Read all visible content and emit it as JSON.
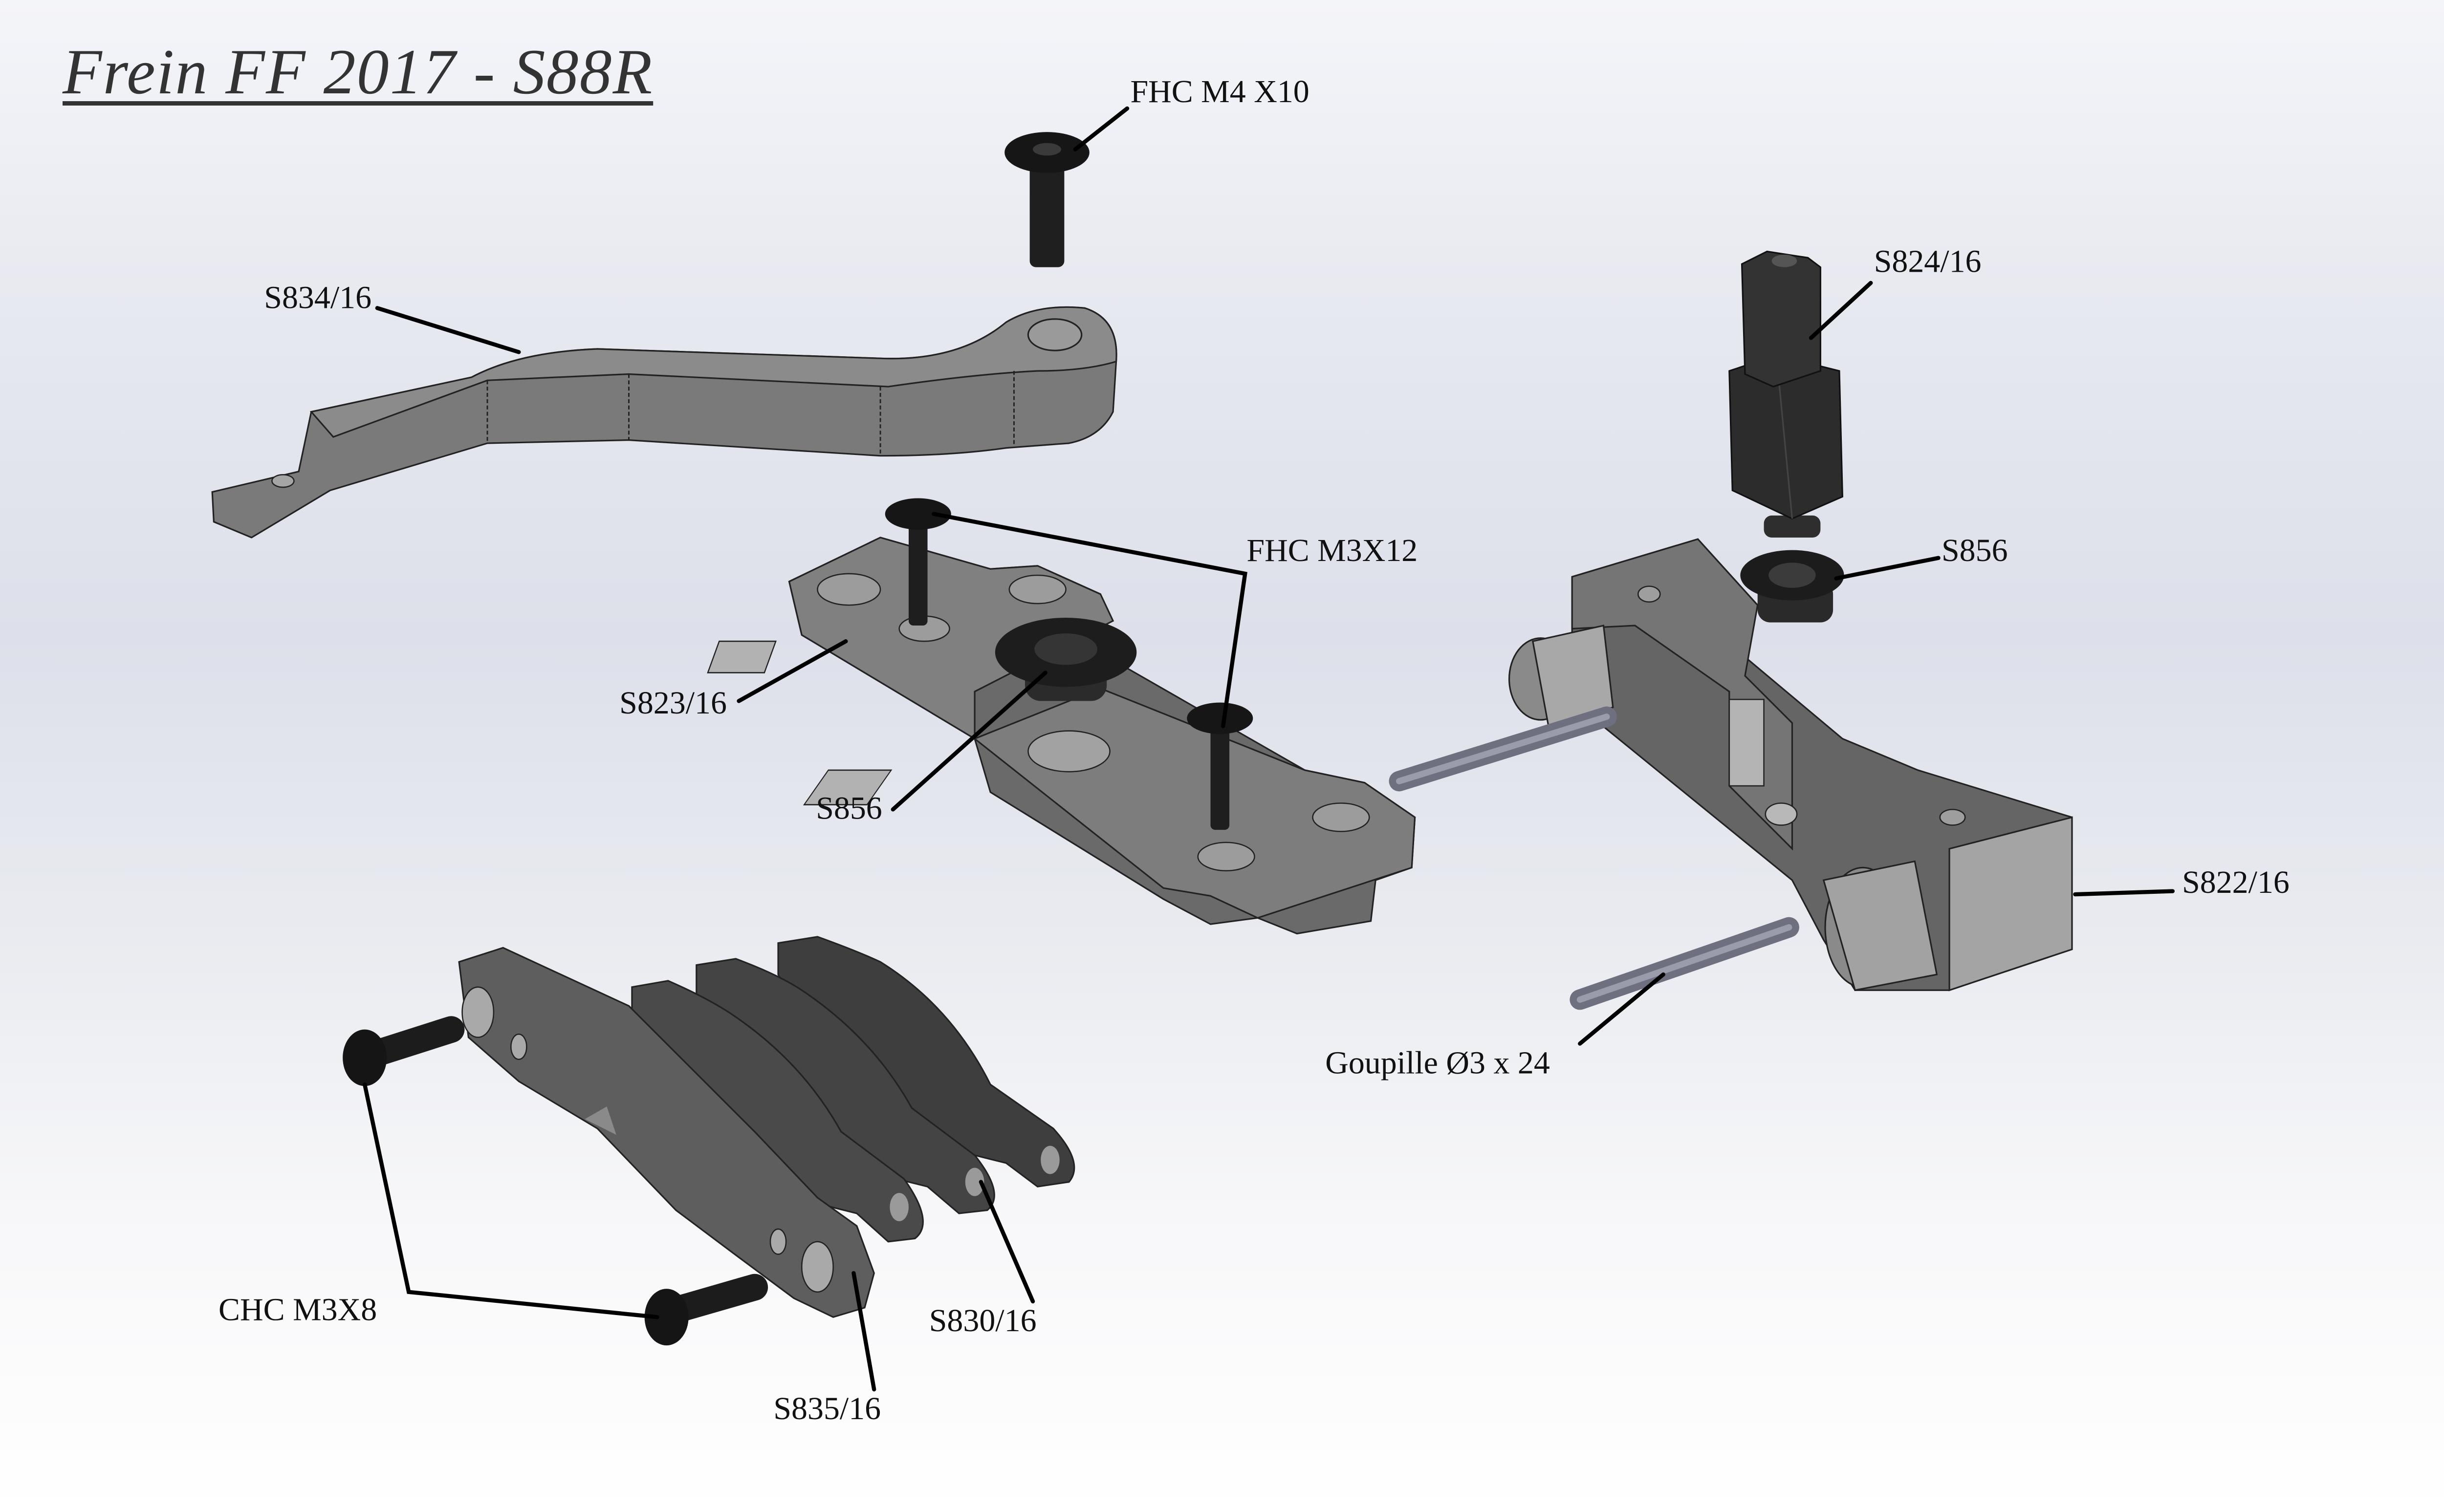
{
  "title": "Frein FF 2017 - S88R",
  "colors": {
    "part_light": "#8e8e8e",
    "part_mid": "#6f6f6f",
    "part_dark": "#4e4e4e",
    "hardware_black": "#1c1c1c",
    "pin_blue_gray": "#7c7e8c",
    "leader": "#000000"
  },
  "callouts": [
    {
      "id": "fhc-m4x10",
      "label": "FHC M4 X10",
      "part": "countersunk screw M4x10"
    },
    {
      "id": "s834",
      "label": "S834/16",
      "part": "lever arm"
    },
    {
      "id": "s824",
      "label": "S824/16",
      "part": "stepped shaft"
    },
    {
      "id": "fhc-m3x12",
      "label": "FHC M3X12",
      "part": "countersunk screws M3x12 (x2)"
    },
    {
      "id": "s856-right",
      "label": "S856",
      "part": "flanged bushing"
    },
    {
      "id": "s823",
      "label": "S823/16",
      "part": "base plate"
    },
    {
      "id": "s856-left",
      "label": "S856",
      "part": "flanged bushing"
    },
    {
      "id": "s822",
      "label": "S822/16",
      "part": "hinge block"
    },
    {
      "id": "goupille",
      "label": "Goupille Ø3 x 24",
      "part": "pins (x2)"
    },
    {
      "id": "chc-m3x8",
      "label": "CHC M3X8",
      "part": "socket head screws M3x8 (x2)"
    },
    {
      "id": "s830",
      "label": "S830/16",
      "part": "brake shoes (x3)"
    },
    {
      "id": "s835",
      "label": "S835/16",
      "part": "link plate"
    }
  ]
}
